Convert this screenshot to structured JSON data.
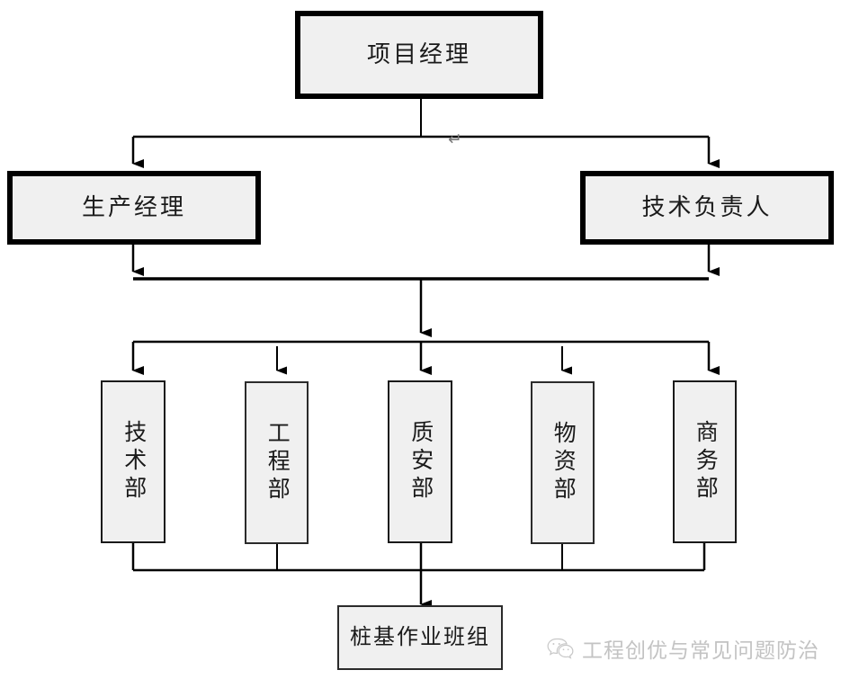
{
  "diagram": {
    "type": "org-chart",
    "title_node": {
      "label": "项目经理",
      "level": 1
    },
    "level2": [
      {
        "label": "生产经理"
      },
      {
        "label": "技术负责人"
      }
    ],
    "departments": [
      {
        "label": "技术部"
      },
      {
        "label": "工程部"
      },
      {
        "label": "质安部"
      },
      {
        "label": "物资部"
      },
      {
        "label": "商务部"
      }
    ],
    "bottom_node": {
      "label": "桩基作业班组"
    },
    "return_symbol": "↵",
    "colors": {
      "box_fill": "#f0f0f0",
      "box_stroke": "#000000",
      "connector": "#000000",
      "watermark": "#c3c3c3",
      "background": "#ffffff"
    }
  },
  "watermark": {
    "icon": "wechat-icon",
    "text": "工程创优与常见问题防治"
  }
}
